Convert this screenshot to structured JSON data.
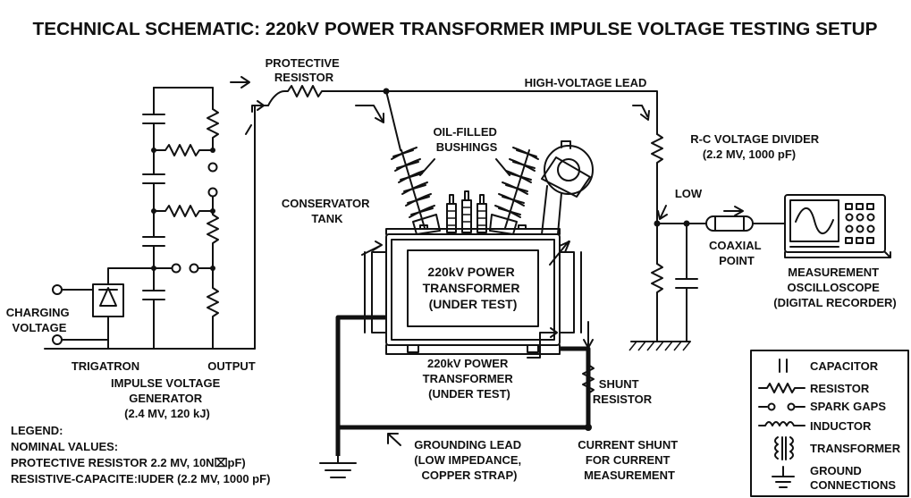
{
  "title": "TECHNICAL SCHEMATIC: 220kV POWER TRANSFORMER IMPULSE VOLTAGE TESTING SETUP",
  "labels": {
    "protective_resistor": [
      "PROTECTIVE",
      "RESISTOR"
    ],
    "high_voltage_lead": "HIGH-VOLTAGE LEAD",
    "oil_filled_bushings": [
      "OIL-FILLED",
      "BUSHINGS"
    ],
    "rc_divider": [
      "R-C VOLTAGE DIVIDER",
      "(2.2 MV, 1000 pF)"
    ],
    "low": "LOW",
    "coaxial_point": [
      "COAXIAL",
      "POINT"
    ],
    "oscilloscope": [
      "MEASUREMENT",
      "OSCILLOSCOPE",
      "(DIGITAL RECORDER)"
    ],
    "conservator_tank": [
      "CONSERVATOR",
      "TANK"
    ],
    "transformer_box": [
      "220kV POWER",
      "TRANSFORMER",
      "(UNDER TEST)"
    ],
    "transformer_callout": [
      "220kV POWER",
      "TRANSFORMER",
      "(UNDER TEST)"
    ],
    "charging_voltage": [
      "CHARGING",
      "VOLTAGE"
    ],
    "trigatron": "TRIGATRON",
    "output": "OUTPUT",
    "generator": [
      "IMPULSE VOLTAGE",
      "GENERATOR",
      "(2.4 MV, 120 kJ)"
    ],
    "shunt_resistor": [
      "SHUNT",
      "RESISTOR"
    ],
    "grounding_lead": [
      "GROUNDING LEAD",
      "(LOW IMPEDANCE,",
      "COPPER STRAP)"
    ],
    "current_shunt": [
      "CURRENT SHUNT",
      "FOR CURRENT",
      "MEASUREMENT"
    ]
  },
  "notes": {
    "legend_heading": "LEGEND:",
    "nominal_values": "NOMINAL VALUES:",
    "protective_value": "PROTECTIVE RESISTOR 2.2 MV, 10N⌧pF)",
    "resistive_value": "RESISTIVE-CAPACITEːIUDER (2.2 MV, 1000 pF)"
  },
  "legend": [
    {
      "icon": "capacitor-icon",
      "label": "CAPACITOR"
    },
    {
      "icon": "resistor-icon",
      "label": "RESISTOR"
    },
    {
      "icon": "spark-gap-icon",
      "label": "SPARK GAPS"
    },
    {
      "icon": "inductor-icon",
      "label": "INDUCTOR"
    },
    {
      "icon": "transformer-icon",
      "label": "TRANSFORMER"
    },
    {
      "icon": "ground-icon",
      "label": "GROUND"
    },
    {
      "icon": "",
      "label": "CONNECTIONS"
    }
  ]
}
